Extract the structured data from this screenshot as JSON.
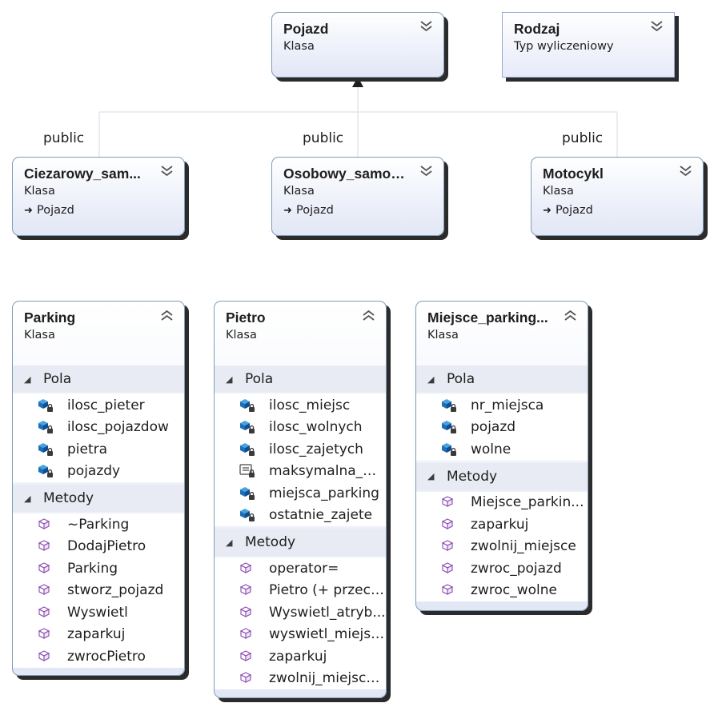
{
  "top": {
    "pojazd": {
      "name": "Pojazd",
      "kind": "Klasa"
    },
    "rodzaj": {
      "name": "Rodzaj",
      "kind": "Typ wyliczeniowy"
    }
  },
  "inheritance_labels": [
    "public",
    "public",
    "public"
  ],
  "derived": [
    {
      "name": "Ciezarowy_sam...",
      "kind": "Klasa",
      "base": "Pojazd"
    },
    {
      "name": "Osobowy_samoch",
      "kind": "Klasa",
      "base": "Pojazd"
    },
    {
      "name": "Motocykl",
      "kind": "Klasa",
      "base": "Pojazd"
    }
  ],
  "classes": {
    "parking": {
      "name": "Parking",
      "kind": "Klasa",
      "fields_label": "Pola",
      "fields": [
        "ilosc_pieter",
        "ilosc_pojazdow",
        "pietra",
        "pojazdy"
      ],
      "methods_label": "Metody",
      "methods": [
        "~Parking",
        "DodajPietro",
        "Parking",
        "stworz_pojazd",
        "Wyswietl",
        "zaparkuj",
        "zwrocPietro"
      ]
    },
    "pietro": {
      "name": "Pietro",
      "kind": "Klasa",
      "fields_label": "Pola",
      "fields": [
        "ilosc_miejsc",
        "ilosc_wolnych",
        "ilosc_zajetych",
        "maksymalna_wi...",
        "miejsca_parking",
        "ostatnie_zajete"
      ],
      "methods_label": "Metody",
      "methods": [
        "operator=",
        "Pietro (+ przeci...",
        "Wyswietl_atryb...",
        "wyswietl_miejsc...",
        "zaparkuj",
        "zwolnij_miejsce..."
      ]
    },
    "miejsce": {
      "name": "Miejsce_parking...",
      "kind": "Klasa",
      "fields_label": "Pola",
      "fields": [
        "nr_miejsca",
        "pojazd",
        "wolne"
      ],
      "methods_label": "Metody",
      "methods": [
        "Miejsce_parkin...",
        "zaparkuj",
        "zwolnij_miejsce",
        "zwroc_pojazd",
        "zwroc_wolne"
      ]
    }
  }
}
